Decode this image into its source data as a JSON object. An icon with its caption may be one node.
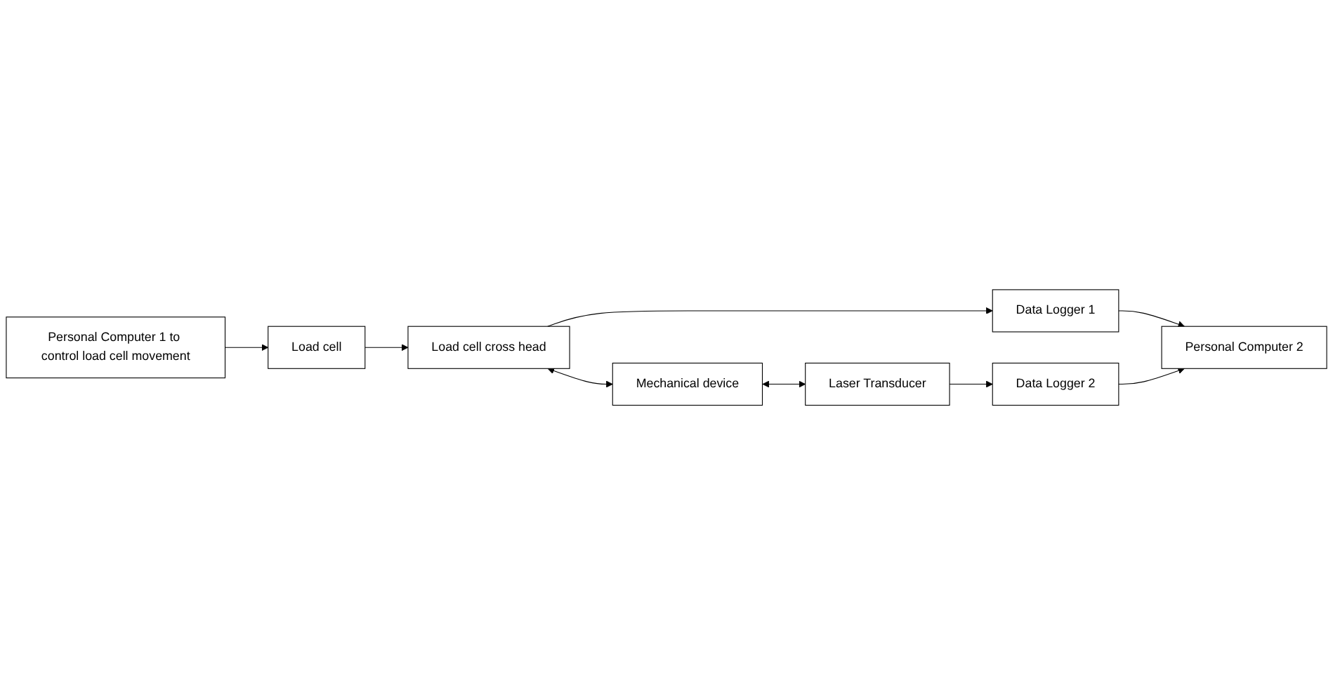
{
  "diagram": {
    "nodes": [
      {
        "text": [
          "Personal Computer 1 to control load cell movement"
        ]
      },
      {
        "text": [
          "Load cell"
        ]
      },
      {
        "text": [
          "Load cell cross head"
        ]
      },
      {
        "text": [
          "Data Logger 1"
        ]
      },
      {
        "text": [
          "Mechanical device"
        ]
      },
      {
        "text": [
          "Laser Transducer"
        ]
      },
      {
        "text": [
          "Data Logger 2"
        ]
      },
      {
        "text": [
          "Personal Computer 2"
        ]
      }
    ],
    "edges": [
      {
        "from": 0,
        "to": 1,
        "arrow": "to"
      },
      {
        "from": 1,
        "to": 2,
        "arrow": "to"
      },
      {
        "from": 2,
        "to": 3,
        "arrow": "to"
      },
      {
        "from": 2,
        "to": 4,
        "arrow": "both"
      },
      {
        "from": 4,
        "to": 5,
        "arrow": "both"
      },
      {
        "from": 5,
        "to": 6,
        "arrow": "to"
      },
      {
        "from": 3,
        "to": 7,
        "arrow": "to"
      },
      {
        "from": 6,
        "to": 7,
        "arrow": "to"
      }
    ]
  }
}
